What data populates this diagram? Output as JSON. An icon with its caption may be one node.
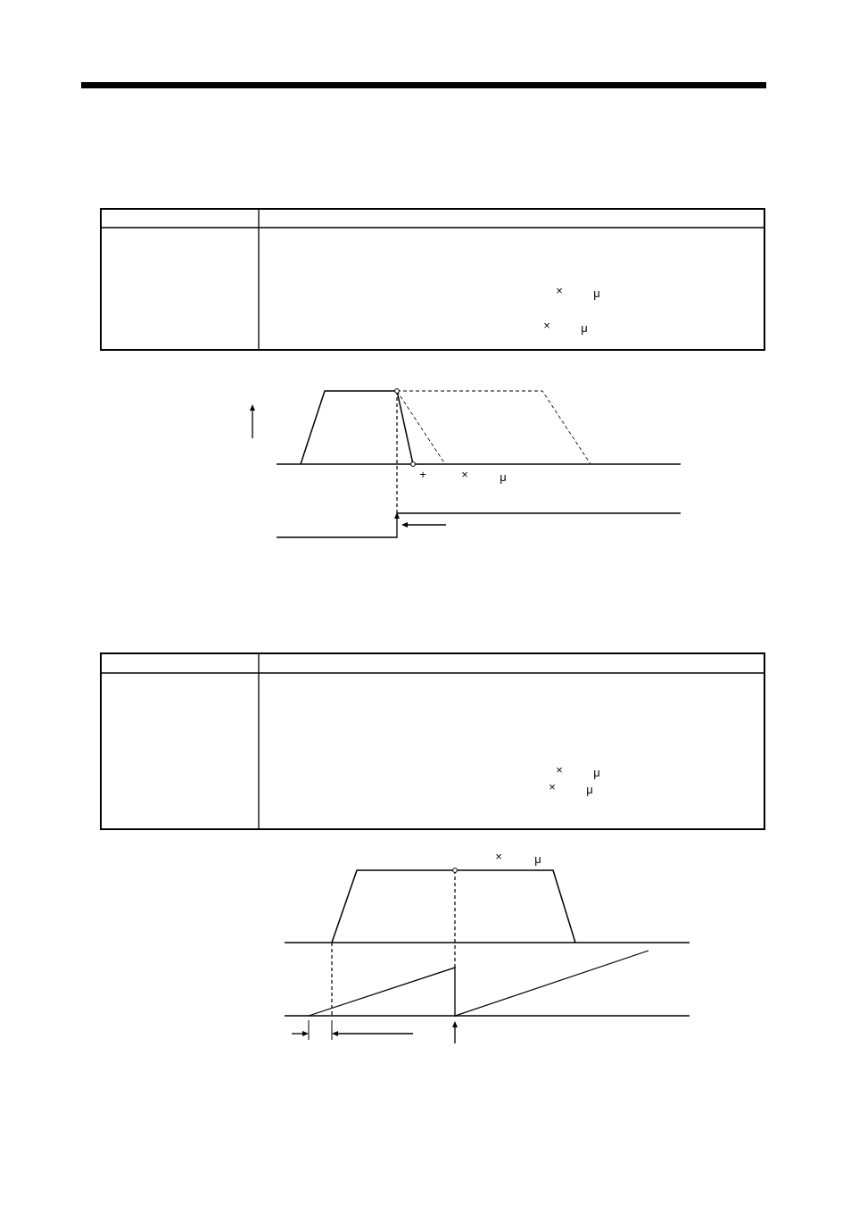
{
  "diagram": {
    "labels": [
      "×",
      "μ",
      "×",
      "μ",
      "+",
      "×",
      "μ",
      "×",
      "μ",
      "×",
      "μ",
      "×",
      "μ"
    ]
  }
}
